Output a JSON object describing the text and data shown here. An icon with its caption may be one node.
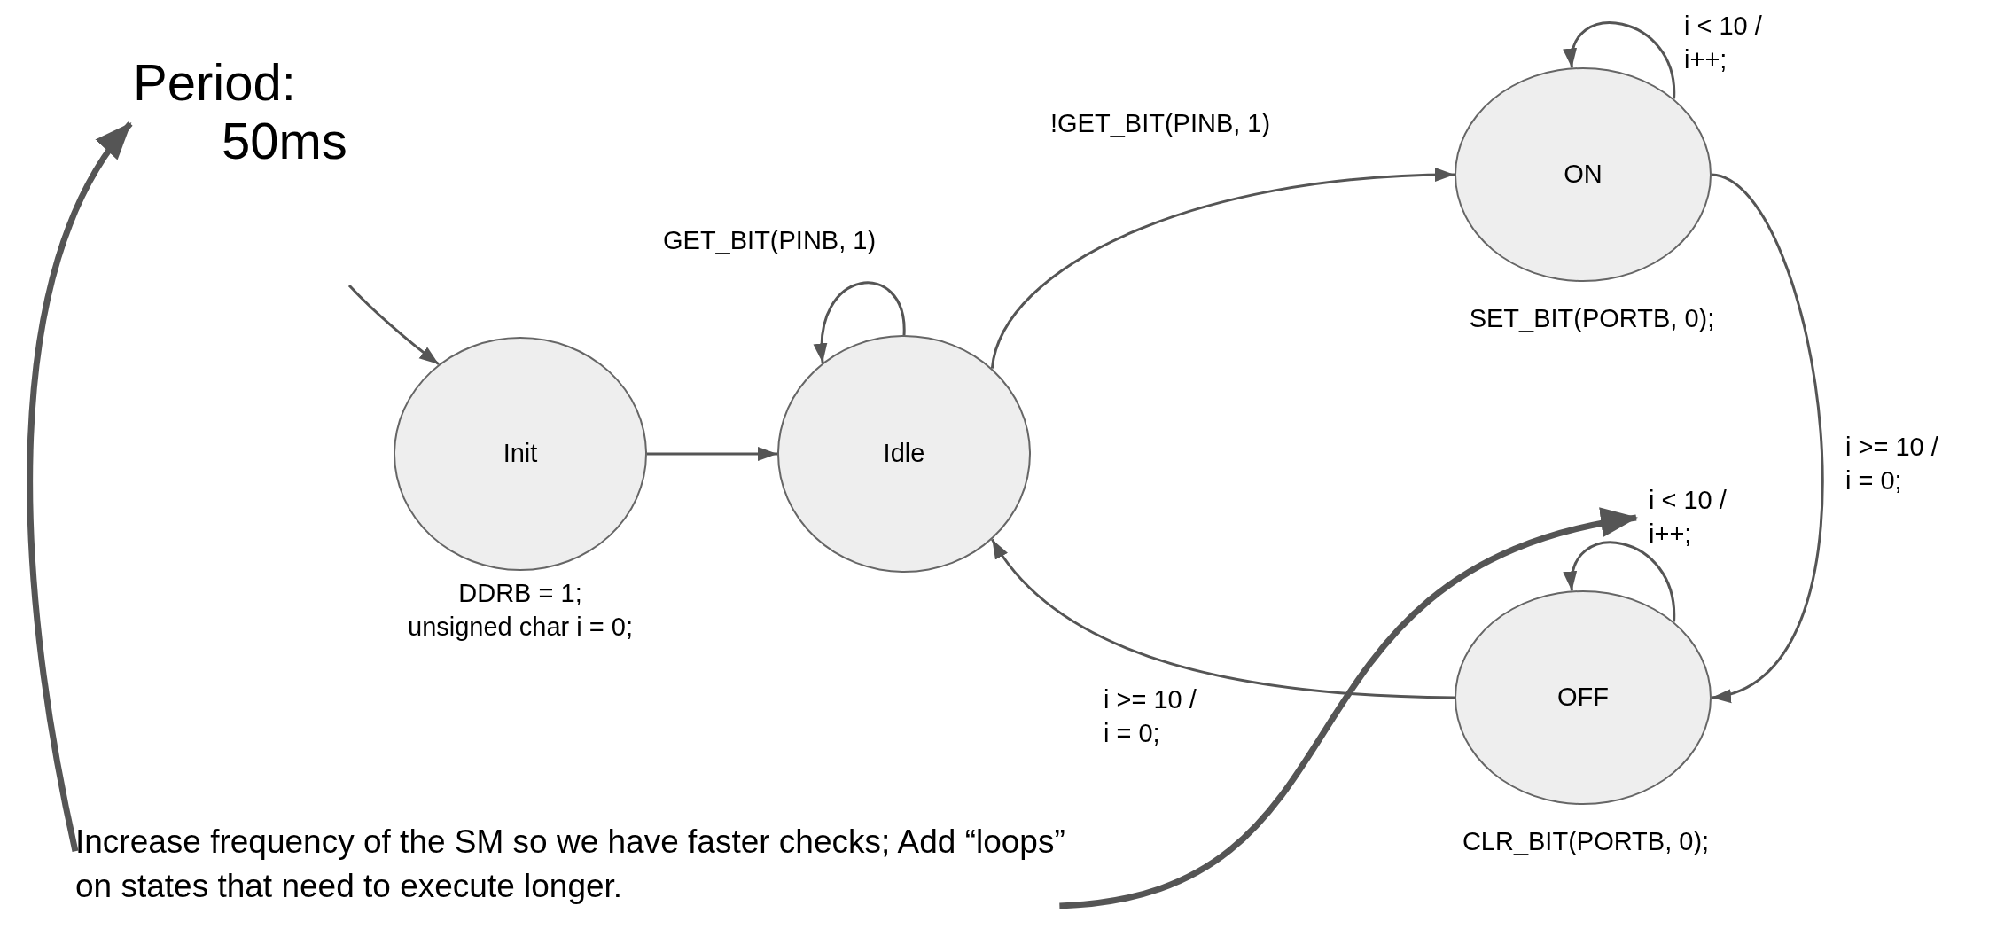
{
  "diagram": {
    "nodes": [
      {
        "text": [
          "Period:",
          "50ms"
        ]
      },
      {
        "text": [
          "Init"
        ],
        "beside": [
          "DDRB = 1;",
          "unsigned char i = 0;"
        ]
      },
      {
        "text": [
          "Idle"
        ]
      },
      {
        "text": [
          "ON"
        ],
        "beside": [
          "SET_BIT(PORTB, 0);"
        ]
      },
      {
        "text": [
          "OFF"
        ],
        "beside": [
          "CLR_BIT(PORTB, 0);"
        ]
      },
      {
        "text": [
          "Increase frequency of the SM so we have faster checks; Add “loops” on states that need to execute longer."
        ]
      }
    ],
    "edges": [
      {
        "from": null,
        "to": 1,
        "arrow": "to"
      },
      {
        "from": 1,
        "to": 2,
        "arrow": "to"
      },
      {
        "from": 2,
        "to": 2,
        "arrow": "to",
        "label": "GET_BIT(PINB, 1)"
      },
      {
        "from": 2,
        "to": 3,
        "arrow": "to",
        "label": "!GET_BIT(PINB, 1)"
      },
      {
        "from": 3,
        "to": 3,
        "arrow": "to",
        "label": "i < 10 / i++;"
      },
      {
        "from": 3,
        "to": 4,
        "arrow": "to",
        "label": "i >= 10 / i = 0;"
      },
      {
        "from": 4,
        "to": 4,
        "arrow": "to",
        "label": "i < 10 / i++;"
      },
      {
        "from": 4,
        "to": 2,
        "arrow": "to",
        "label": "i >= 10 / i = 0;"
      },
      {
        "from": 5,
        "to": 0,
        "arrow": "to",
        "style": "thick"
      },
      {
        "from": 5,
        "to": null,
        "arrow": "to",
        "style": "thick"
      }
    ]
  }
}
